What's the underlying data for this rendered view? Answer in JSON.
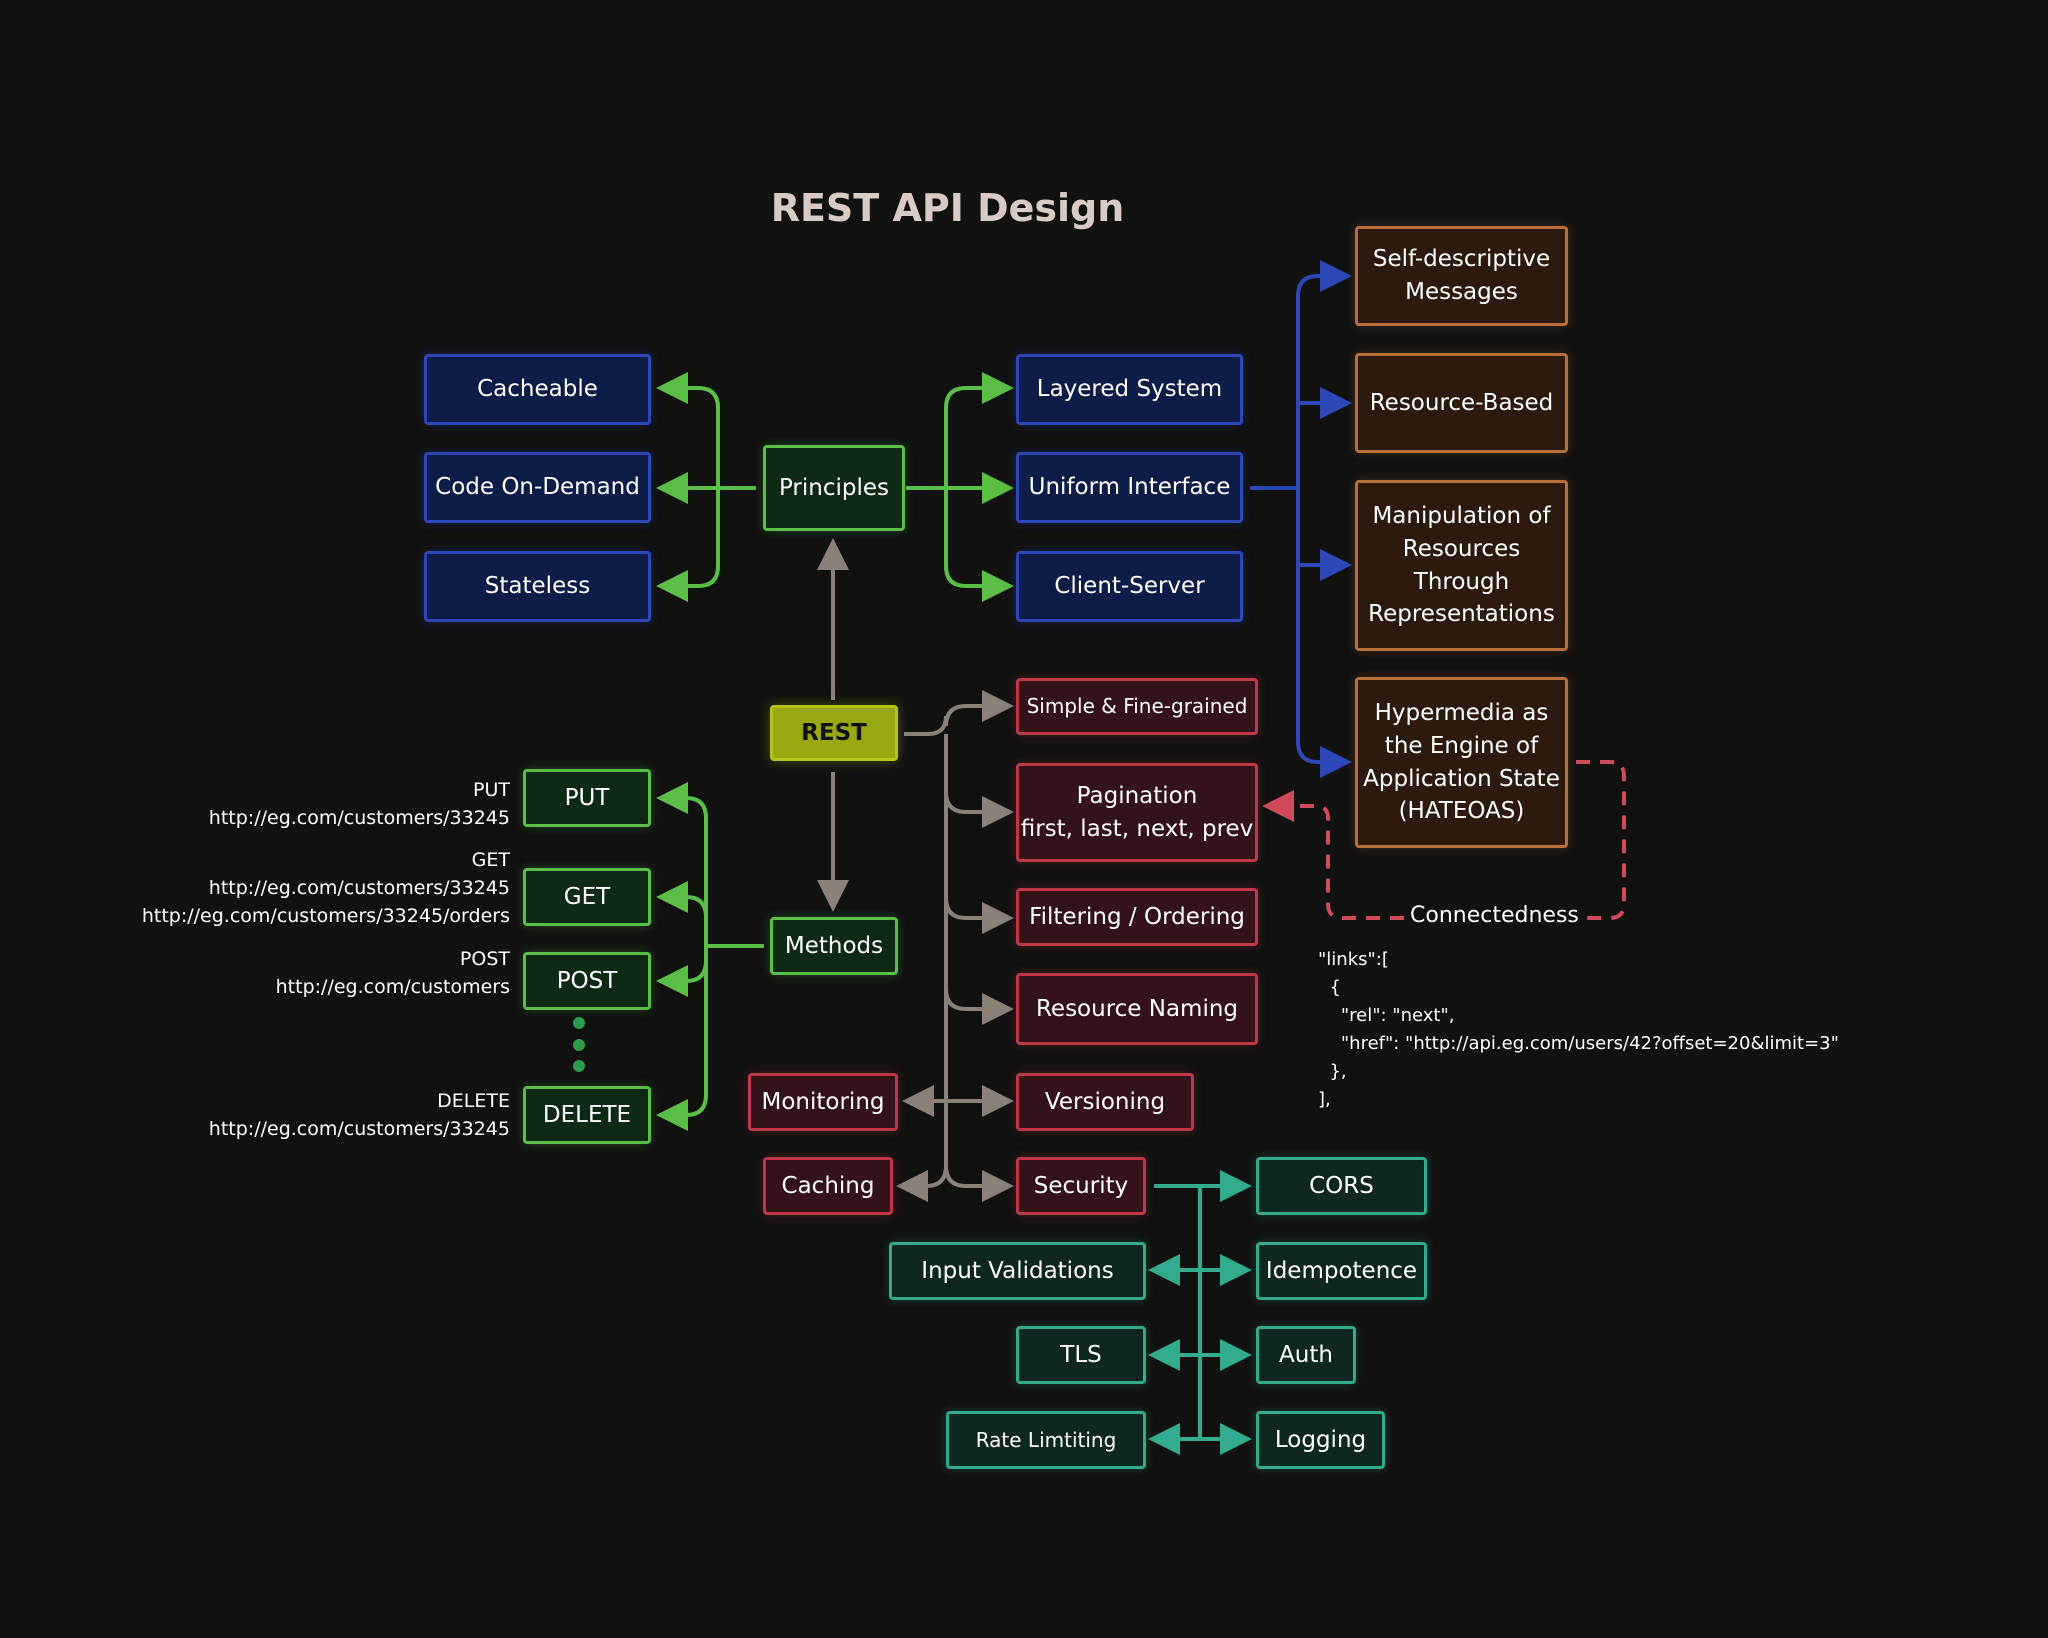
{
  "title": "REST API Design",
  "colors": {
    "background": "#111110",
    "principles": "#2c47b8",
    "methods": "#5bbf47",
    "rest": "#b7c417",
    "uniform_interface": "#b8703a",
    "guidelines": "#c0374a",
    "security": "#33ab8d",
    "rest_branch": "#8a8178"
  },
  "nodes": {
    "rest": "REST",
    "principles": "Principles",
    "methods": "Methods",
    "cacheable": "Cacheable",
    "code_on_demand": "Code On-Demand",
    "stateless": "Stateless",
    "layered_system": "Layered System",
    "uniform_interface": "Uniform Interface",
    "client_server": "Client-Server",
    "self_descriptive": "Self-descriptive\nMessages",
    "resource_based": "Resource-Based",
    "manipulation": "Manipulation of\nResources\nThrough\nRepresentations",
    "hateoas": "Hypermedia as\nthe Engine of\nApplication State\n(HATEOAS)",
    "simple": "Simple & Fine-grained",
    "pagination": "Pagination\nfirst, last, next, prev",
    "filtering": "Filtering / Ordering",
    "resource_naming": "Resource Naming",
    "versioning": "Versioning",
    "security": "Security",
    "monitoring": "Monitoring",
    "caching": "Caching",
    "put": "PUT",
    "get": "GET",
    "post": "POST",
    "delete": "DELETE",
    "cors": "CORS",
    "idempotence": "Idempotence",
    "auth": "Auth",
    "logging": "Logging",
    "input_validations": "Input Validations",
    "tls": "TLS",
    "rate_limiting": "Rate Limtiting"
  },
  "method_examples": {
    "put": "PUT\nhttp://eg.com/customers/33245",
    "get": "GET\nhttp://eg.com/customers/33245\nhttp://eg.com/customers/33245/orders",
    "post": "POST\nhttp://eg.com/customers",
    "delete": "DELETE\nhttp://eg.com/customers/33245"
  },
  "connectedness_label": "Connectedness",
  "links_example": "\"links\":[\n  {\n    \"rel\": \"next\",\n    \"href\": \"http://api.eg.com/users/42?offset=20&limit=3\"\n  },\n],"
}
